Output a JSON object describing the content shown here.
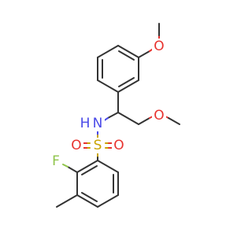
{
  "molecule": {
    "atoms": {
      "o_methoxy_top": "O",
      "o_ether": "O",
      "nitrogen": "N",
      "hydrogen": "H",
      "sulfur": "S",
      "o_sulfonyl_left": "O",
      "o_sulfonyl_right": "O",
      "fluorine": "F"
    },
    "colors": {
      "bond": "#333333",
      "oxygen": "#e8332f",
      "nitrogen": "#4a4ae8",
      "sulfur": "#c9a400",
      "fluorine": "#8fc44a"
    }
  }
}
